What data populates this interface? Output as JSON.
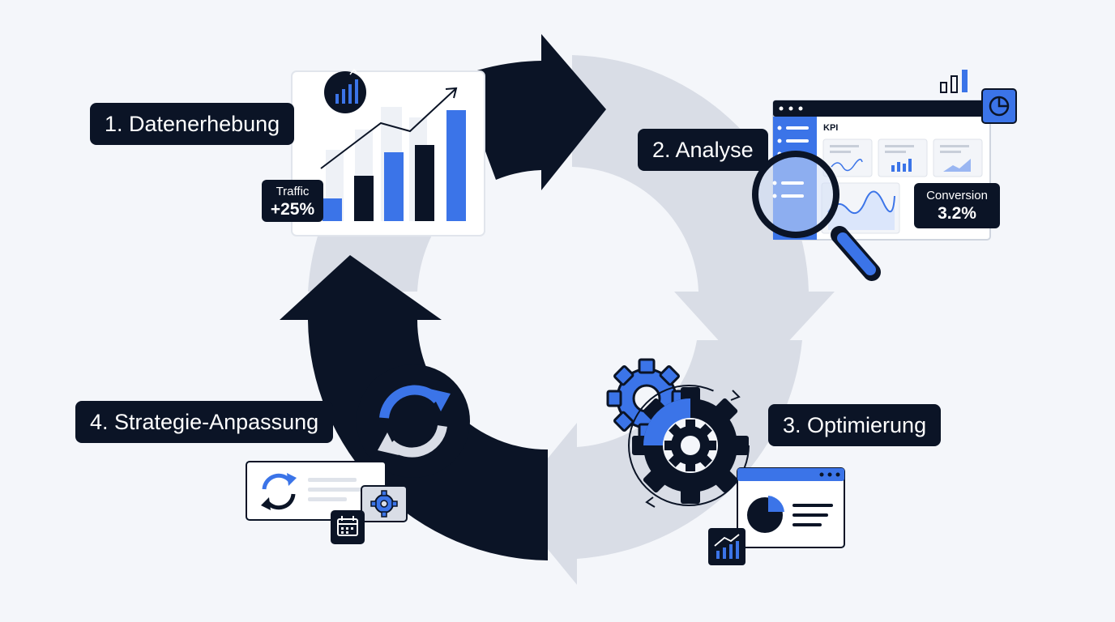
{
  "steps": {
    "step1": "1. Datenerhebung",
    "step2": "2. Analyse",
    "step3": "3. Optimierung",
    "step4": "4. Strategie-Anpassung"
  },
  "traffic_card": {
    "label": "Traffic",
    "value": "+25%"
  },
  "dashboard": {
    "kpi_label": "KPI"
  },
  "conversion_card": {
    "label": "Conversion",
    "value": "3.2%"
  },
  "colors": {
    "navy": "#0b1426",
    "blue": "#3b74e8",
    "grey_arrow": "#d9dde6",
    "background": "#f4f6fa"
  },
  "icons": [
    "bar-chart-icon",
    "pie-chart-icon",
    "magnifier-icon",
    "gear-icon",
    "refresh-icon",
    "calendar-icon",
    "trend-chart-icon"
  ]
}
